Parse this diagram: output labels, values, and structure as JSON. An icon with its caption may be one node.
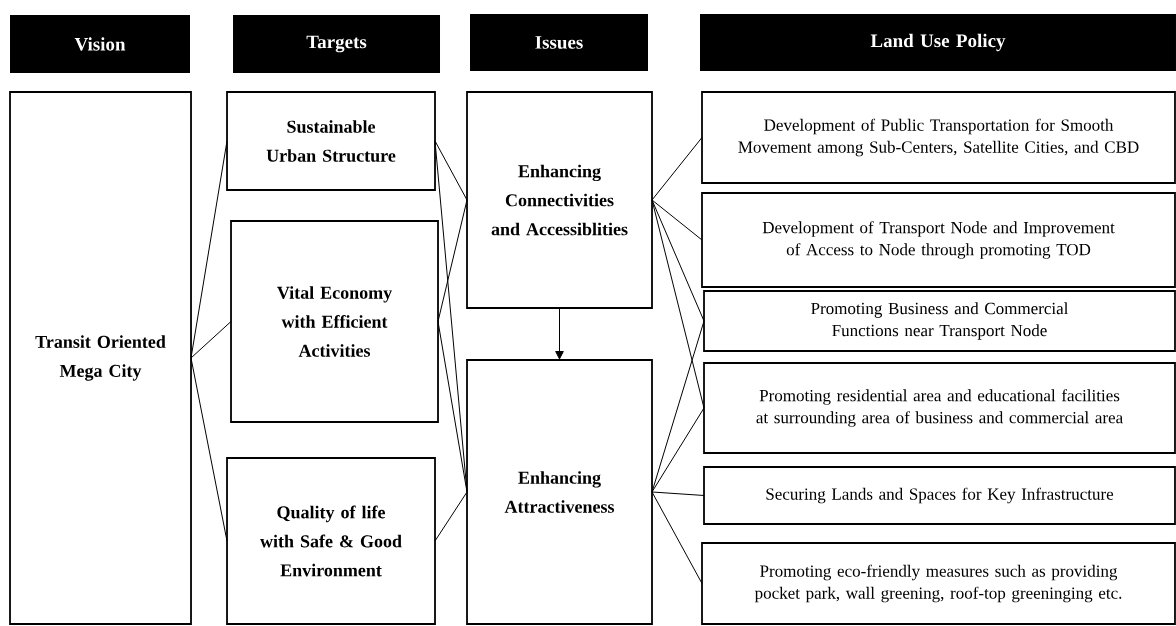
{
  "diagram": {
    "nodes": [
      {
        "text": [
          "Vision"
        ]
      },
      {
        "text": [
          "Targets"
        ]
      },
      {
        "text": [
          "Issues"
        ]
      },
      {
        "text": [
          "Land Use Policy"
        ]
      },
      {
        "text": [
          "Transit Oriented Mega City"
        ]
      },
      {
        "text": [
          "Sustainable Urban Structure"
        ]
      },
      {
        "text": [
          "Vital Economy with Efficient Activities"
        ]
      },
      {
        "text": [
          "Quality of life with Safe & Good Environment"
        ]
      },
      {
        "text": [
          "Enhancing Connectivities and Accessiblities"
        ]
      },
      {
        "text": [
          "Enhancing Attractiveness"
        ]
      },
      {
        "text": [
          "Development of Public Transportation for Smooth Movement among Sub-Centers, Satellite Cities, and CBD"
        ]
      },
      {
        "text": [
          "Development of Transport Node and Improvement of Access to Node through promoting TOD"
        ]
      },
      {
        "text": [
          "Promoting Business and Commercial Functions near Transport Node"
        ]
      },
      {
        "text": [
          "Promoting residential area and educational facilities at surrounding area of business and commercial area"
        ]
      },
      {
        "text": [
          "Securing Lands and Spaces for Key Infrastructure"
        ]
      },
      {
        "text": [
          "Promoting eco-friendly measures such as providing pocket park, wall greening, roof-top greeninging etc."
        ]
      }
    ],
    "edges": [
      {
        "from": 4,
        "to": 5,
        "arrow": "none"
      },
      {
        "from": 4,
        "to": 6,
        "arrow": "none"
      },
      {
        "from": 4,
        "to": 7,
        "arrow": "none"
      },
      {
        "from": 5,
        "to": 8,
        "arrow": "none"
      },
      {
        "from": 5,
        "to": 9,
        "arrow": "none"
      },
      {
        "from": 6,
        "to": 8,
        "arrow": "none"
      },
      {
        "from": 6,
        "to": 9,
        "arrow": "none"
      },
      {
        "from": 7,
        "to": 9,
        "arrow": "none"
      },
      {
        "from": 8,
        "to": 9,
        "arrow": "to"
      },
      {
        "from": 8,
        "to": 10,
        "arrow": "none"
      },
      {
        "from": 8,
        "to": 11,
        "arrow": "none"
      },
      {
        "from": 8,
        "to": 12,
        "arrow": "none"
      },
      {
        "from": 8,
        "to": 13,
        "arrow": "none"
      },
      {
        "from": 9,
        "to": 12,
        "arrow": "none"
      },
      {
        "from": 9,
        "to": 13,
        "arrow": "none"
      },
      {
        "from": 9,
        "to": 14,
        "arrow": "none"
      },
      {
        "from": 9,
        "to": 15,
        "arrow": "none"
      }
    ]
  }
}
